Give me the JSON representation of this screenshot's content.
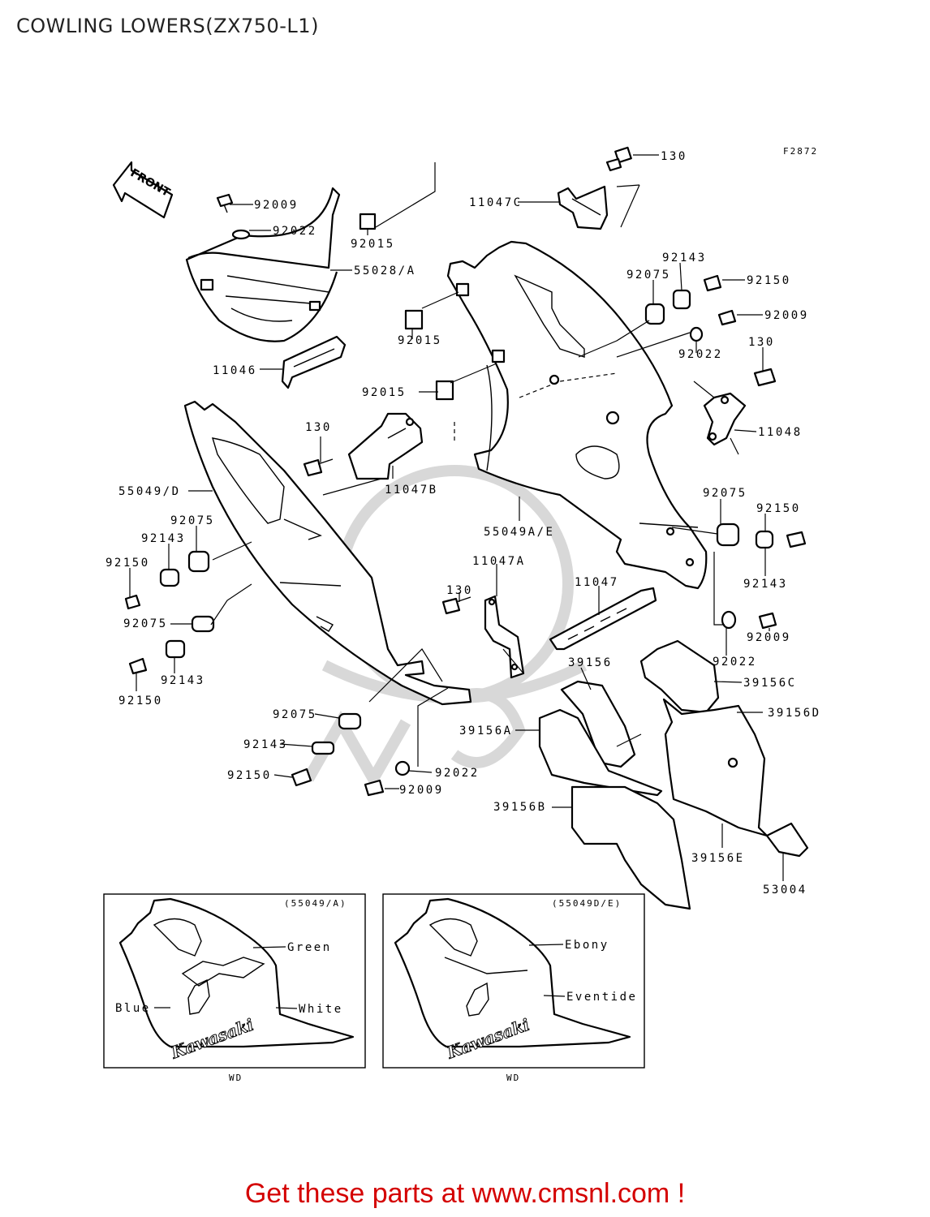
{
  "title": "COWLING LOWERS(ZX750-L1)",
  "figure_code": "F2872",
  "front_label": "FRONT",
  "callouts": {
    "c130_top": "130",
    "c11047C": "11047C",
    "c92009_a": "92009",
    "c92022_a": "92022",
    "c92015_a": "92015",
    "c55028A": "55028/A",
    "c11046": "11046",
    "c92015_b": "92015",
    "c92015_c": "92015",
    "c92143_a": "92143",
    "c92075_a": "92075",
    "c92150_a": "92150",
    "c92009_b": "92009",
    "c92022_b": "92022",
    "c130_b": "130",
    "c11048": "11048",
    "c130_c": "130",
    "c11047B": "11047B",
    "c55049D": "55049/D",
    "c92075_b": "92075",
    "c92143_b": "92143",
    "c92150_b": "92150",
    "c92075_c": "92075",
    "c92143_c": "92143",
    "c92150_c": "92150",
    "c55049AE": "55049A/E",
    "c92075_d": "92075",
    "c92150_d": "92150",
    "c92143_d": "92143",
    "c92009_c": "92009",
    "c92022_c": "92022",
    "c11047A": "11047A",
    "c11047": "11047",
    "c130_d": "130",
    "c39156": "39156",
    "c39156C": "39156C",
    "c39156D": "39156D",
    "c39156A": "39156A",
    "c92075_e": "92075",
    "c92143_e": "92143",
    "c92150_e": "92150",
    "c92022_d": "92022",
    "c92009_d": "92009",
    "c39156B": "39156B",
    "c39156E": "39156E",
    "c53004": "53004"
  },
  "inset_left": {
    "code": "(55049/A)",
    "colors": [
      "Green",
      "Blue",
      "White"
    ],
    "market": "WD",
    "logo_text": "Kawasaki"
  },
  "inset_right": {
    "code": "(55049D/E)",
    "colors": [
      "Ebony",
      "Eventide"
    ],
    "market": "WD",
    "logo_text": "Kawasaki"
  },
  "footer": "Get these parts at www.cmsnl.com !",
  "colors": {
    "footer_text": "#d40000",
    "line": "#000000",
    "watermark": "#d8d8d8"
  }
}
